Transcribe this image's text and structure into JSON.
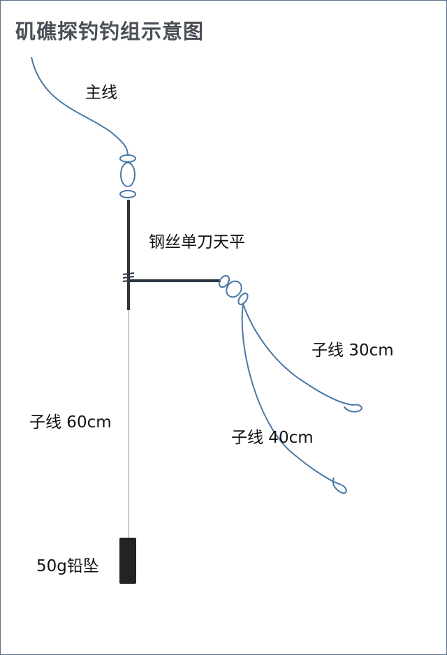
{
  "title": "矶礁探钓钓组示意图",
  "labels": {
    "main_line": "主线",
    "wire_balance": "钢丝单刀天平",
    "sub_line_30": "子线 30cm",
    "sub_line_40": "子线 40cm",
    "sub_line_60": "子线 60cm",
    "sinker": "50g铅坠"
  },
  "colors": {
    "line": "#4a78a6",
    "wire": "#2d3541",
    "sinker": "#232323",
    "thin_line": "#a9bfd8",
    "border": "#5b6f86"
  }
}
